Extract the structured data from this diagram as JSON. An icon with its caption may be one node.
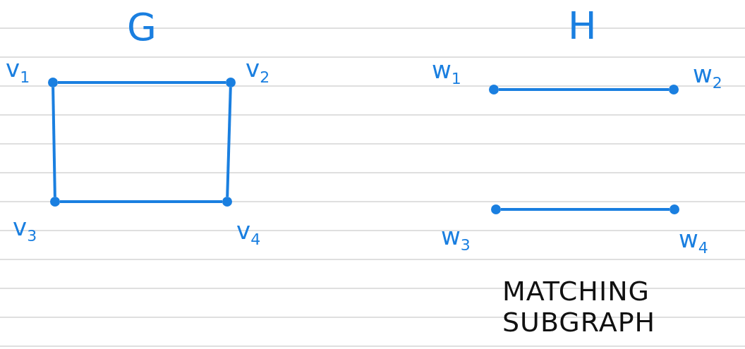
{
  "diagram": {
    "nodes": [
      {
        "text": [],
        "shape": "circle",
        "beside": [
          "v$_{1}$"
        ]
      },
      {
        "text": [],
        "shape": "circle",
        "beside": [
          "v$_{2}$"
        ]
      },
      {
        "text": [],
        "shape": "circle",
        "beside": [
          "v$_{3}$"
        ]
      },
      {
        "text": [],
        "shape": "circle",
        "beside": [
          "v$_{4}$"
        ]
      },
      {
        "text": [],
        "shape": "circle",
        "beside": [
          "w$_{1}$"
        ]
      },
      {
        "text": [],
        "shape": "circle",
        "beside": [
          "w$_{2}$"
        ]
      },
      {
        "text": [],
        "shape": "circle",
        "beside": [
          "w$_{3}$"
        ]
      },
      {
        "text": [],
        "shape": "circle",
        "beside": [
          "w$_{4}$"
        ]
      }
    ],
    "edges": [
      {
        "from": 0,
        "to": 1,
        "arrow": "none"
      },
      {
        "from": 0,
        "to": 2,
        "arrow": "none"
      },
      {
        "from": 1,
        "to": 3,
        "arrow": "none"
      },
      {
        "from": 2,
        "to": 3,
        "arrow": "none"
      },
      {
        "from": 4,
        "to": 5,
        "arrow": "none"
      },
      {
        "from": 6,
        "to": 7,
        "arrow": "none"
      }
    ],
    "labels": [
      "G",
      "H",
      "MATCHING SUBGRAPH"
    ]
  }
}
